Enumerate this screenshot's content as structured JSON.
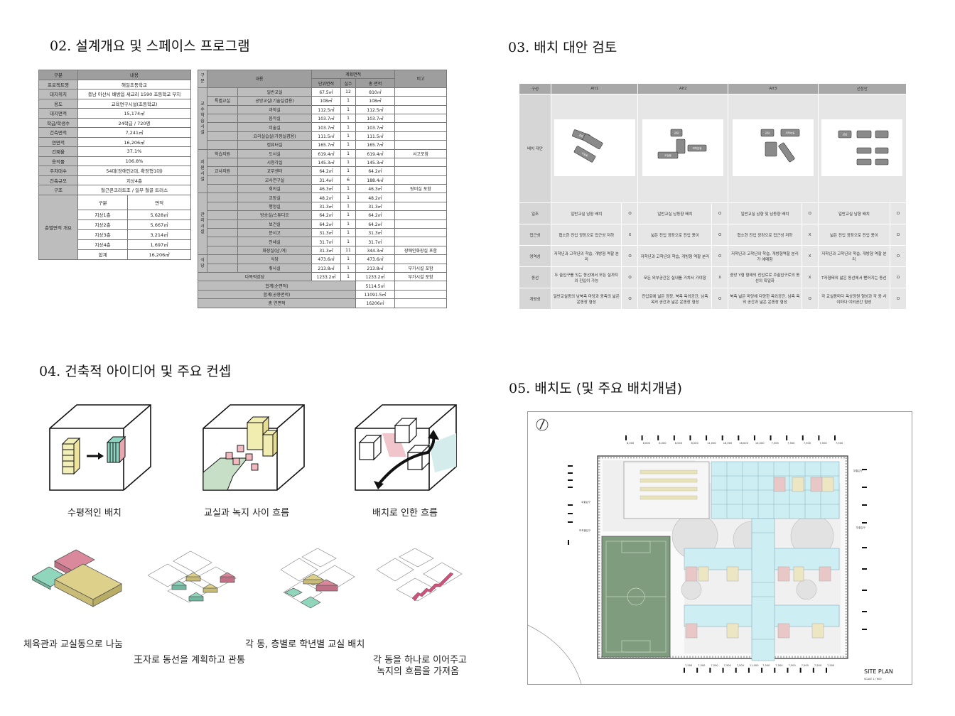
{
  "sections": {
    "s02": {
      "num": "02.",
      "title": "설계개요 및 스페이스 프로그램"
    },
    "s03": {
      "num": "03.",
      "title": "배치 대안 검토"
    },
    "s04": {
      "num": "04.",
      "title": "건축적 아이디어 및 주요 컨셉"
    },
    "s05": {
      "num": "05.",
      "title": "배치도 (및 주요 배치개념)"
    }
  },
  "overview": {
    "head": [
      "구분",
      "내용"
    ],
    "rows": [
      [
        "프로젝트명",
        "해일초등학교"
      ],
      [
        "대지위치",
        "충남 아산시 배방읍 세교리 1590 초등학교 부지"
      ],
      [
        "용도",
        "교육연구시설(초등학교)"
      ],
      [
        "대지면적",
        "15,174㎡"
      ],
      [
        "학급/학생수",
        "24학급 / 720명"
      ],
      [
        "건축면적",
        "7,241㎡"
      ],
      [
        "연면적",
        "16,206㎡"
      ],
      [
        "건폐율",
        "37.1%"
      ],
      [
        "용적률",
        "106.8%"
      ],
      [
        "주차대수",
        "54대(장애인2대, 확장형1대)"
      ],
      [
        "건축규모",
        "지상4층"
      ],
      [
        "구조",
        "철근콘크리트조 / 일부 철골 트러스"
      ]
    ],
    "floor_label": "층별면적 개요",
    "floor_head": [
      "구분",
      "면적"
    ],
    "floors": [
      [
        "지상1층",
        "5,628㎡"
      ],
      [
        "지상2층",
        "5,667㎡"
      ],
      [
        "지상3층",
        "3,214㎡"
      ],
      [
        "지상4층",
        "1,697㎡"
      ],
      [
        "합계",
        "16,206㎡"
      ]
    ]
  },
  "program": {
    "head": {
      "col1": "구분",
      "col2": "내용",
      "plan": "계획면적",
      "unit": "단위면적",
      "count": "실수",
      "total": "총 면적",
      "note": "비고"
    },
    "groups": [
      {
        "label": "교수학습시설",
        "rows": [
          {
            "sub": "",
            "name": "일반교실",
            "unit": "67.5㎡",
            "count": "12",
            "total": "810㎡",
            "note": ""
          },
          {
            "sub": "특별교실",
            "name": "공방교실(기술실겸용)",
            "unit": "108㎡",
            "count": "1",
            "total": "108㎡",
            "note": ""
          },
          {
            "sub": "",
            "name": "과학실",
            "unit": "112.5㎡",
            "count": "1",
            "total": "112.5㎡",
            "note": ""
          },
          {
            "sub": "",
            "name": "음악실",
            "unit": "103.7㎡",
            "count": "1",
            "total": "103.7㎡",
            "note": ""
          },
          {
            "sub": "",
            "name": "미술실",
            "unit": "103.7㎡",
            "count": "1",
            "total": "103.7㎡",
            "note": ""
          },
          {
            "sub": "",
            "name": "요리실습실(가정실겸용)",
            "unit": "111.5㎡",
            "count": "1",
            "total": "111.5㎡",
            "note": ""
          },
          {
            "sub": "",
            "name": "컴퓨터실",
            "unit": "165.7㎡",
            "count": "1",
            "total": "165.7㎡",
            "note": ""
          }
        ]
      },
      {
        "label": "지원시설",
        "rows": [
          {
            "sub": "학습지원",
            "name": "도서실",
            "unit": "619.4㎡",
            "count": "1",
            "total": "619.4㎡",
            "note": "서고포함"
          },
          {
            "sub": "",
            "name": "시청각실",
            "unit": "145.3㎡",
            "count": "1",
            "total": "145.3㎡",
            "note": ""
          },
          {
            "sub": "교사지원",
            "name": "교무센터",
            "unit": "64.2㎡",
            "count": "1",
            "total": "64.2㎡",
            "note": ""
          },
          {
            "sub": "",
            "name": "교사연구실",
            "unit": "31.4㎡",
            "count": "6",
            "total": "188.4㎡",
            "note": ""
          },
          {
            "sub": "",
            "name": "회의실",
            "unit": "46.3㎡",
            "count": "1",
            "total": "46.3㎡",
            "note": "탕비실 포함"
          }
        ]
      },
      {
        "label": "관리시설",
        "rows": [
          {
            "sub": "",
            "name": "교장실",
            "unit": "48.2㎡",
            "count": "1",
            "total": "48.2㎡",
            "note": ""
          },
          {
            "sub": "",
            "name": "행정실",
            "unit": "31.3㎡",
            "count": "1",
            "total": "31.3㎡",
            "note": ""
          },
          {
            "sub": "",
            "name": "방송실/스튜디오",
            "unit": "64.2㎡",
            "count": "1",
            "total": "64.2㎡",
            "note": ""
          },
          {
            "sub": "",
            "name": "보건실",
            "unit": "64.2㎡",
            "count": "1",
            "total": "64.2㎡",
            "note": ""
          },
          {
            "sub": "",
            "name": "문서고",
            "unit": "31.3㎡",
            "count": "1",
            "total": "31.3㎡",
            "note": ""
          },
          {
            "sub": "",
            "name": "인쇄실",
            "unit": "31.7㎡",
            "count": "1",
            "total": "31.7㎡",
            "note": ""
          },
          {
            "sub": "",
            "name": "화장실(남,여)",
            "unit": "31.3㎡",
            "count": "11",
            "total": "344.3㎡",
            "note": "장애인화장실 포함"
          }
        ]
      },
      {
        "label": "식당",
        "rows": [
          {
            "sub": "",
            "name": "식당",
            "unit": "473.6㎡",
            "count": "1",
            "total": "473.6㎡",
            "note": ""
          },
          {
            "sub": "",
            "name": "취사실",
            "unit": "213.8㎡",
            "count": "1",
            "total": "213.8㎡",
            "note": "부가시설 포함"
          }
        ]
      }
    ],
    "extra": {
      "name": "다목적강당",
      "unit": "1233.2㎡",
      "count": "1",
      "total": "1233.2㎡",
      "note": "부가시설 포함"
    },
    "totals": [
      [
        "합계(순면적)",
        "5114.5㎡"
      ],
      [
        "합계(공용면적)",
        "11091.5㎡"
      ],
      [
        "총 연면적",
        "16206㎡"
      ]
    ]
  },
  "alternatives": {
    "head": [
      "구성",
      "Alt1",
      "Alt2",
      "Alt3",
      "선정안"
    ],
    "diagram_label": "배치 대안",
    "diagram_blocks": {
      "alt1": [
        "강당",
        "",
        "교실동"
      ],
      "alt2": [
        "강당",
        "",
        "교실동",
        "저학년동"
      ],
      "alt3": [
        "강당",
        "저학년동",
        ""
      ],
      "sel": [
        "강당",
        "",
        ""
      ]
    },
    "rows": [
      {
        "label": "일조",
        "cells": [
          [
            "일반교실 남향 배치",
            "O"
          ],
          [
            "일반교실 남동향 배치",
            "O"
          ],
          [
            "일반교실 남향 및 남동향 배치",
            "O"
          ],
          [
            "일반교실 남향 배치",
            "O"
          ]
        ]
      },
      {
        "label": "접근성",
        "cells": [
          [
            "협소한 진입 광장으로 접근성 저하",
            "X"
          ],
          [
            "넓은 진입 광장으로 진입 용이",
            "O"
          ],
          [
            "협소한 진입 광장으로 접근성 저하",
            "X"
          ],
          [
            "넓은 진입 광장으로 진입 용이",
            "O"
          ]
        ]
      },
      {
        "label": "영역성",
        "cells": [
          [
            "저학년과 고학년의 학습, 개방형 역할 분리",
            "O"
          ],
          [
            "저학년과 고학년의 학습, 개방형 역할 분리",
            "O"
          ],
          [
            "저학년과 고학년의 학습, 개방형역할 분리가 애매함",
            "X"
          ],
          [
            "저학년과 고학년의 학습, 개방형 역할 분리",
            "O"
          ]
        ]
      },
      {
        "label": "동선",
        "cells": [
          [
            "두 출입구를 잇는 동선에서 모든 실까지의 진입이 가능",
            "O"
          ],
          [
            "모든 외부공간은 실내를 거쳐서 가야함",
            "X"
          ],
          [
            "중앙 Y형 형태의 진입로로 주출입구로의 동선의 획일화",
            "X"
          ],
          [
            "T자형태의 넓은 동선에서 뻗어지는 동선",
            "O"
          ]
        ]
      },
      {
        "label": "개방성",
        "cells": [
          [
            "일반교실동의 남북측 마당과 동측의 넓은 운동장 형성",
            "O"
          ],
          [
            "진입로에 넓은 광장, 북측 옥외공간, 남측 옥외 공간과 넓은 운동장 형성",
            "O"
          ],
          [
            "북측 넓은 마당에 다양한 옥외공간, 남측 옥외 공간과 넓은 운동장 형성",
            "O"
          ],
          [
            "각 교실동마다 옥상정원 형성과 각 동 사이마다 야외공간 형성",
            "O"
          ]
        ]
      }
    ]
  },
  "concepts": {
    "captions": [
      "수평적인 배치",
      "교실과 녹지 사이 흐름",
      "배치로 인한 흐름"
    ],
    "bottom": [
      "체육관과 교실동으로 나눔",
      "王자로 동선을 계획하고 관통",
      "각 동, 층별로 학년별 교실 배치",
      "각 동을 하나로 이어주고",
      "녹지의 흐름을 가져옴"
    ]
  },
  "site_plan": {
    "title": "SITE  PLAN",
    "scale": "SCALE          1 / 600",
    "top_dims": [
      "8,000",
      "8,000",
      "8,000",
      "8,000",
      "8,000",
      "11,000",
      "16,000",
      "16,000",
      "16,000",
      "7,500",
      "7,500",
      "7,500",
      "7,500",
      "7,500"
    ],
    "bottom_dims": [
      "7,500",
      "7,500",
      "7,500",
      "7,500",
      "7,500",
      "11,000",
      "7,500",
      "7,500",
      "7,500",
      "7,500",
      "7,500",
      "7,500"
    ],
    "side_labels": [
      "주출입구",
      "보조출입구",
      "부출입구",
      "부출입구"
    ]
  }
}
